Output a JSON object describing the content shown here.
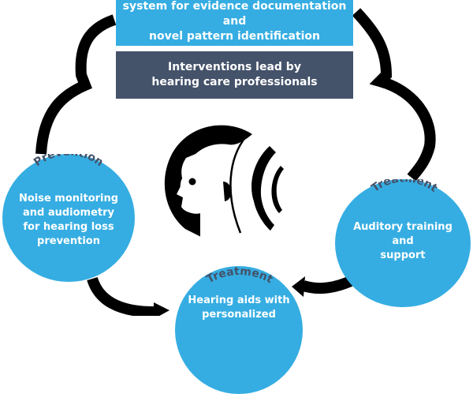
{
  "top_box": {
    "lines": [
      "system for evidence documentation and",
      "novel pattern identification"
    ]
  },
  "dark_box": {
    "lines": [
      "Interventions lead by",
      "hearing care professionals"
    ]
  },
  "circles": [
    {
      "title": "Prevention",
      "lines": [
        "Noise monitoring",
        "and audiometry",
        "for hearing loss",
        "prevention"
      ]
    },
    {
      "title": "Treatment",
      "lines": [
        "Auditory training",
        "and",
        "support"
      ]
    },
    {
      "title": "Treatment",
      "lines": [
        "Hearing aids with",
        "personalized"
      ]
    }
  ],
  "icons": {
    "center": "hearing-head-sound-waves-icon",
    "cycle": "cycle-arrows"
  },
  "colors": {
    "blue": "#35ade2",
    "dark": "#44526a",
    "title": "#44526a",
    "arrow": "#000000"
  }
}
